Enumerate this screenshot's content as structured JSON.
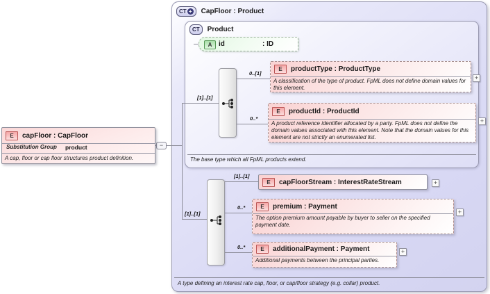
{
  "root": {
    "badge": "E",
    "title": "capFloor : CapFloor",
    "subst_label": "Substitution Group",
    "subst_value": "product",
    "annotation": "A cap, floor or cap floor structures product definition.",
    "collapse_glyph": "−"
  },
  "outer": {
    "badge": "CT",
    "badge_plus": "+",
    "title": "CapFloor : Product",
    "annotation": "A type defining an interest rate cap, floor, or cap/floor strategy (e.g. collar) product.",
    "seq_in_card": "[1]..[1]"
  },
  "product": {
    "badge": "CT",
    "title": "Product",
    "annotation": "The base type which all FpML products extend.",
    "seq_in_card": "[1]..[1]",
    "attribute": {
      "badge": "A",
      "name": "id",
      "type": ": ID"
    },
    "children": [
      {
        "card": "0..[1]",
        "badge": "E",
        "title": "productType : ProductType",
        "annotation": "A classification of the type of product. FpML does not define domain values for this element.",
        "expand": "+"
      },
      {
        "card": "0..*",
        "badge": "E",
        "title": "productId : ProductId",
        "annotation": "A product reference identifier allocated by a party. FpML does not define the domain values associated with this element. Note that the domain values for this element are not strictly an enumerated list.",
        "expand": "+"
      }
    ]
  },
  "capfloor_content": {
    "children": [
      {
        "card": "[1]..[1]",
        "badge": "E",
        "title": "capFloorStream : InterestRateStream",
        "expand": "+"
      },
      {
        "card": "0..*",
        "badge": "E",
        "title": "premium : Payment",
        "annotation": "The option premium amount payable by buyer to seller on the specified payment date.",
        "expand": "+"
      },
      {
        "card": "0..*",
        "badge": "E",
        "title": "additionalPayment : Payment",
        "annotation": "Additional payments between the principal parties.",
        "expand": "+"
      }
    ]
  }
}
